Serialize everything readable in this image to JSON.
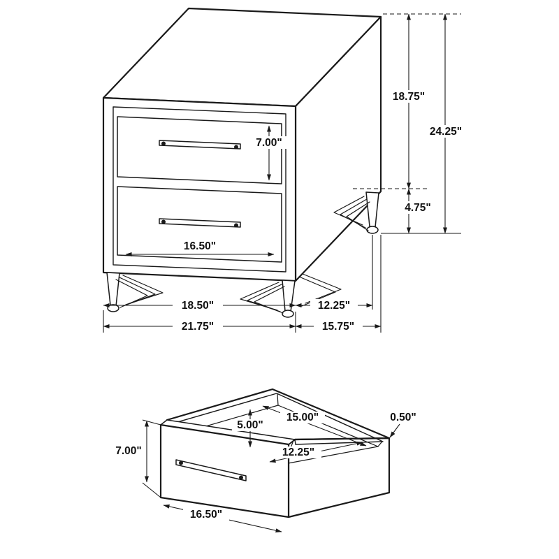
{
  "page": {
    "background": "#ffffff",
    "line_color": "#1a1a1a",
    "units": "inches"
  },
  "nightstand": {
    "drawer_front_height": "7.00\"",
    "drawer_front_width": "16.50\"",
    "case_height": "18.75\"",
    "overall_height": "24.25\"",
    "leg_height": "4.75\"",
    "front_leg_span": "18.50\"",
    "side_leg_span": "12.25\"",
    "overall_width": "21.75\"",
    "overall_depth": "15.75\""
  },
  "drawer": {
    "interior_height": "5.00\"",
    "interior_width": "15.00\"",
    "wall_thickness": "0.50\"",
    "interior_depth": "12.25\"",
    "front_height": "7.00\"",
    "front_width": "16.50\""
  }
}
